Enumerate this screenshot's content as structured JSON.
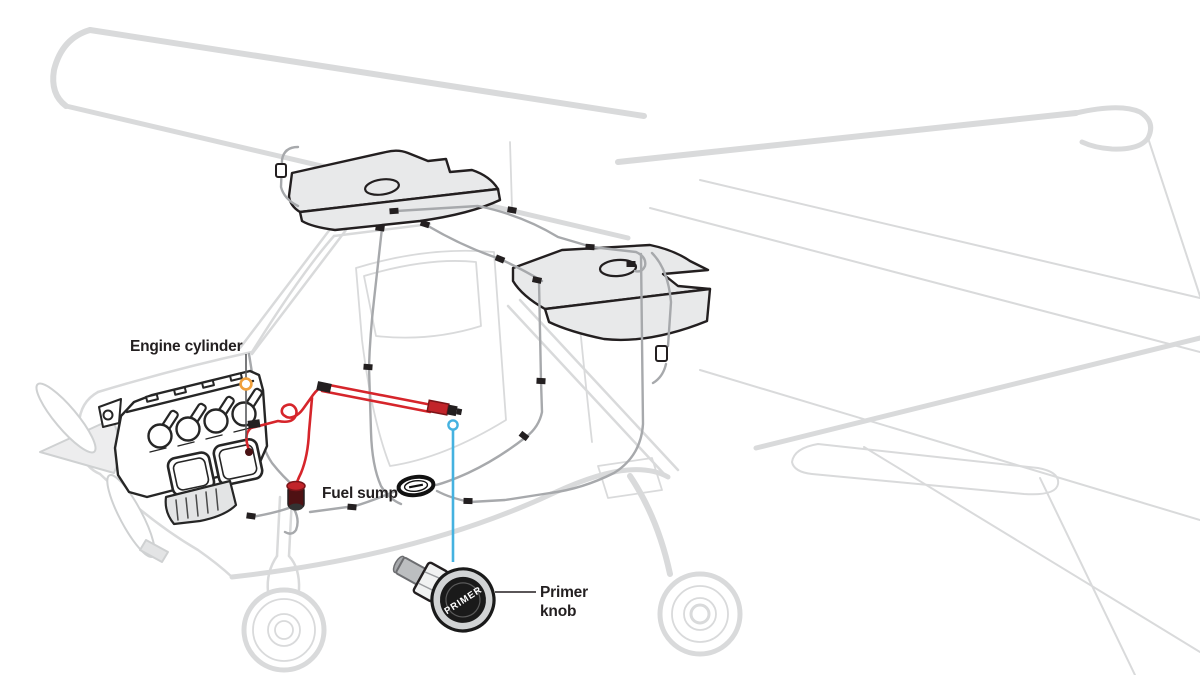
{
  "diagram": {
    "subject": "aircraft-fuel-primer-system-cutaway",
    "labels": {
      "engine_cylinder": "Engine cylinder",
      "fuel_sump": "Fuel sump",
      "primer_knob_line1": "Primer",
      "primer_knob_line2": "knob",
      "primer_knob_face": "PRIMER"
    },
    "colors": {
      "primer_line_red": "#d6252b",
      "callout_blue": "#45b2e0",
      "grommet_orange": "#f0a03c",
      "fuel_line_gray": "#a7a9ac",
      "airframe_gray": "#d9dadb",
      "tank_fill": "#e8e9ea",
      "ink": "#231f20"
    },
    "components": [
      "left-fuel-tank",
      "right-fuel-tank",
      "fuel-vent-lines",
      "fuel-feed-lines",
      "fuel-sump-strainer",
      "fuel-valve",
      "engine",
      "primer-line",
      "primer-knob",
      "firewall-grommet",
      "nose-wheel",
      "right-main-wheel",
      "propeller-spinner"
    ]
  }
}
